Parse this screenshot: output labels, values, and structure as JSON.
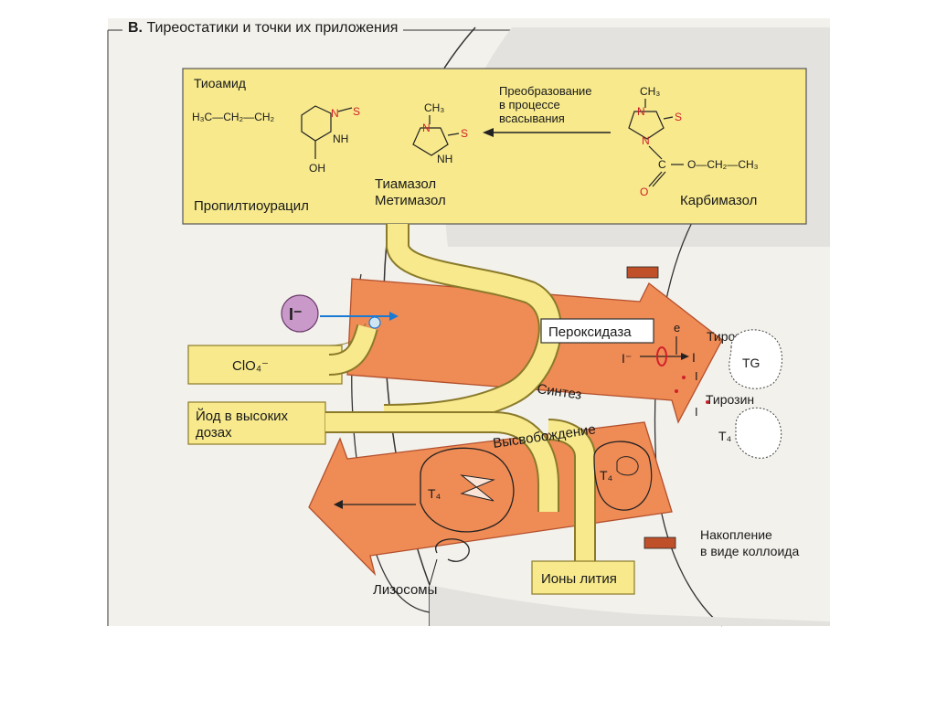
{
  "header": {
    "letter": "B.",
    "title": "Тиреостатики и точки их приложения"
  },
  "drugs": {
    "group_label": "Тиоамид",
    "ptu": {
      "name": "Пропилтиоурацил",
      "chain": "H₃C—CH₂—CH₂",
      "n": "N",
      "s": "S",
      "nh": "NH",
      "oh": "OH"
    },
    "thiamazole": {
      "name1": "Тиамазол",
      "name2": "Метимазол",
      "ch3": "CH₃",
      "n": "N",
      "s": "S",
      "nh": "NH"
    },
    "conversion": [
      "Преобразование",
      "в процессе",
      "всасывания"
    ],
    "carbimazole": {
      "name": "Карбимазол",
      "ch3": "CH₃",
      "n": "N",
      "s": "S",
      "n2": "N",
      "c": "C",
      "o": "O",
      "chain": "O—CH₂—CH₃"
    }
  },
  "labels": {
    "iodide_ion": "I⁻",
    "perchlorate": "ClO₄⁻",
    "high_dose_iodine": [
      "Йод в высоких",
      "дозах"
    ],
    "peroxidase": "Пероксидаза",
    "synthesis": "Синтез",
    "release": "Высвобождение",
    "tyrosine1": "Тирозин",
    "tyrosine2": "Тирозин",
    "tg": "TG",
    "t4_right": "T₄",
    "t4_lysosome": "T₄",
    "t4_vesicle": "T₄",
    "iodide_small": "I⁻",
    "e": "e",
    "i1": "I",
    "i2": "I",
    "i3": "I",
    "storage": [
      "Накопление",
      "в виде коллоида"
    ],
    "lysosomes": "Лизосомы",
    "lithium": "Ионы лития"
  },
  "colors": {
    "yellow_fill": "#f7e98c",
    "yellow_stroke": "#8a7a2a",
    "orange_arrow": "#ef8b55",
    "orange_dark": "#c0502a",
    "iodide_circle": "#c99ac9",
    "arrow_blue": "#1a7ad4",
    "red_chem": "#d0202a"
  }
}
